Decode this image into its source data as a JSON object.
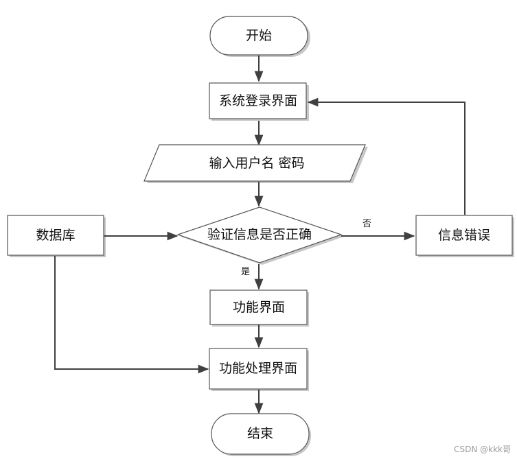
{
  "nodes": {
    "start": "开始",
    "login": "系统登录界面",
    "input": "输入用户名 密码",
    "database": "数据库",
    "verify": "验证信息是否正确",
    "error": "信息错误",
    "function": "功能界面",
    "process": "功能处理界面",
    "end": "结束"
  },
  "edges": {
    "no": "否",
    "yes": "是"
  },
  "watermark": "CSDN @kkk哥",
  "colors": {
    "line": "#404040",
    "shape_stroke": "#555555",
    "shape_fill": "#ffffff",
    "shadow": "#c8c8c8"
  }
}
